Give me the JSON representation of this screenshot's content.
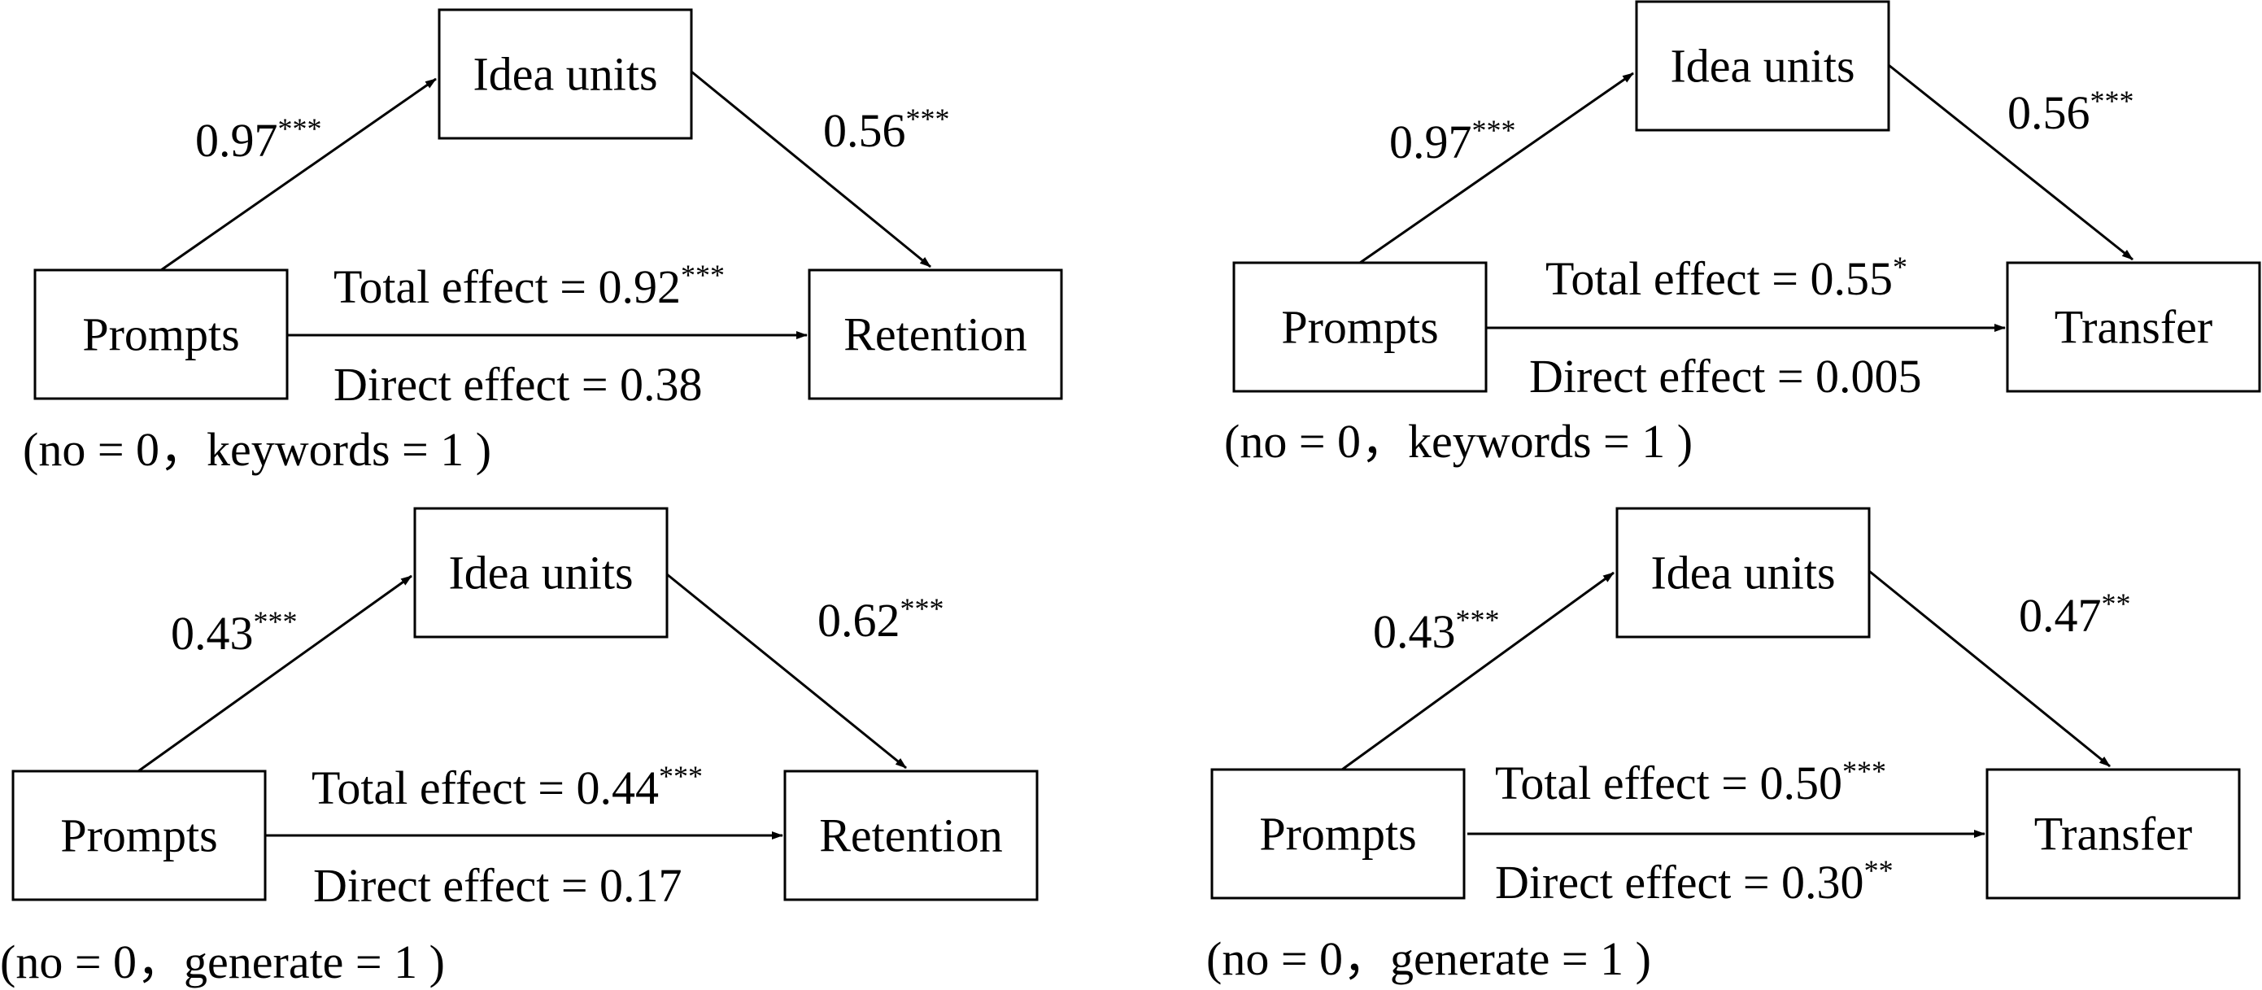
{
  "panels": [
    {
      "prompts": "Prompts",
      "mediator": "Idea units",
      "outcome": "Retention",
      "a_coef": "0.97",
      "a_sig": "***",
      "b_coef": "0.56",
      "b_sig": "***",
      "total_label": "Total effect = 0.92",
      "total_sig": "***",
      "direct_label": "Direct effect = 0.38",
      "direct_sig": "",
      "coding": "(no = 0，keywords = 1 )"
    },
    {
      "prompts": "Prompts",
      "mediator": "Idea units",
      "outcome": "Transfer",
      "a_coef": "0.97",
      "a_sig": "***",
      "b_coef": "0.56",
      "b_sig": "***",
      "total_label": "Total effect = 0.55",
      "total_sig": "*",
      "direct_label": "Direct effect = 0.005",
      "direct_sig": "",
      "coding": "(no = 0，keywords = 1 )"
    },
    {
      "prompts": "Prompts",
      "mediator": "Idea units",
      "outcome": "Retention",
      "a_coef": "0.43",
      "a_sig": "***",
      "b_coef": "0.62",
      "b_sig": "***",
      "total_label": "Total effect = 0.44",
      "total_sig": "***",
      "direct_label": "Direct effect = 0.17",
      "direct_sig": "",
      "coding": "(no = 0，generate = 1 )"
    },
    {
      "prompts": "Prompts",
      "mediator": "Idea units",
      "outcome": "Transfer",
      "a_coef": "0.43",
      "a_sig": "***",
      "b_coef": "0.47",
      "b_sig": "**",
      "total_label": "Total effect = 0.50",
      "total_sig": "***",
      "direct_label": "Direct effect = 0.30",
      "direct_sig": "**",
      "coding": "(no = 0，generate = 1 )"
    }
  ]
}
